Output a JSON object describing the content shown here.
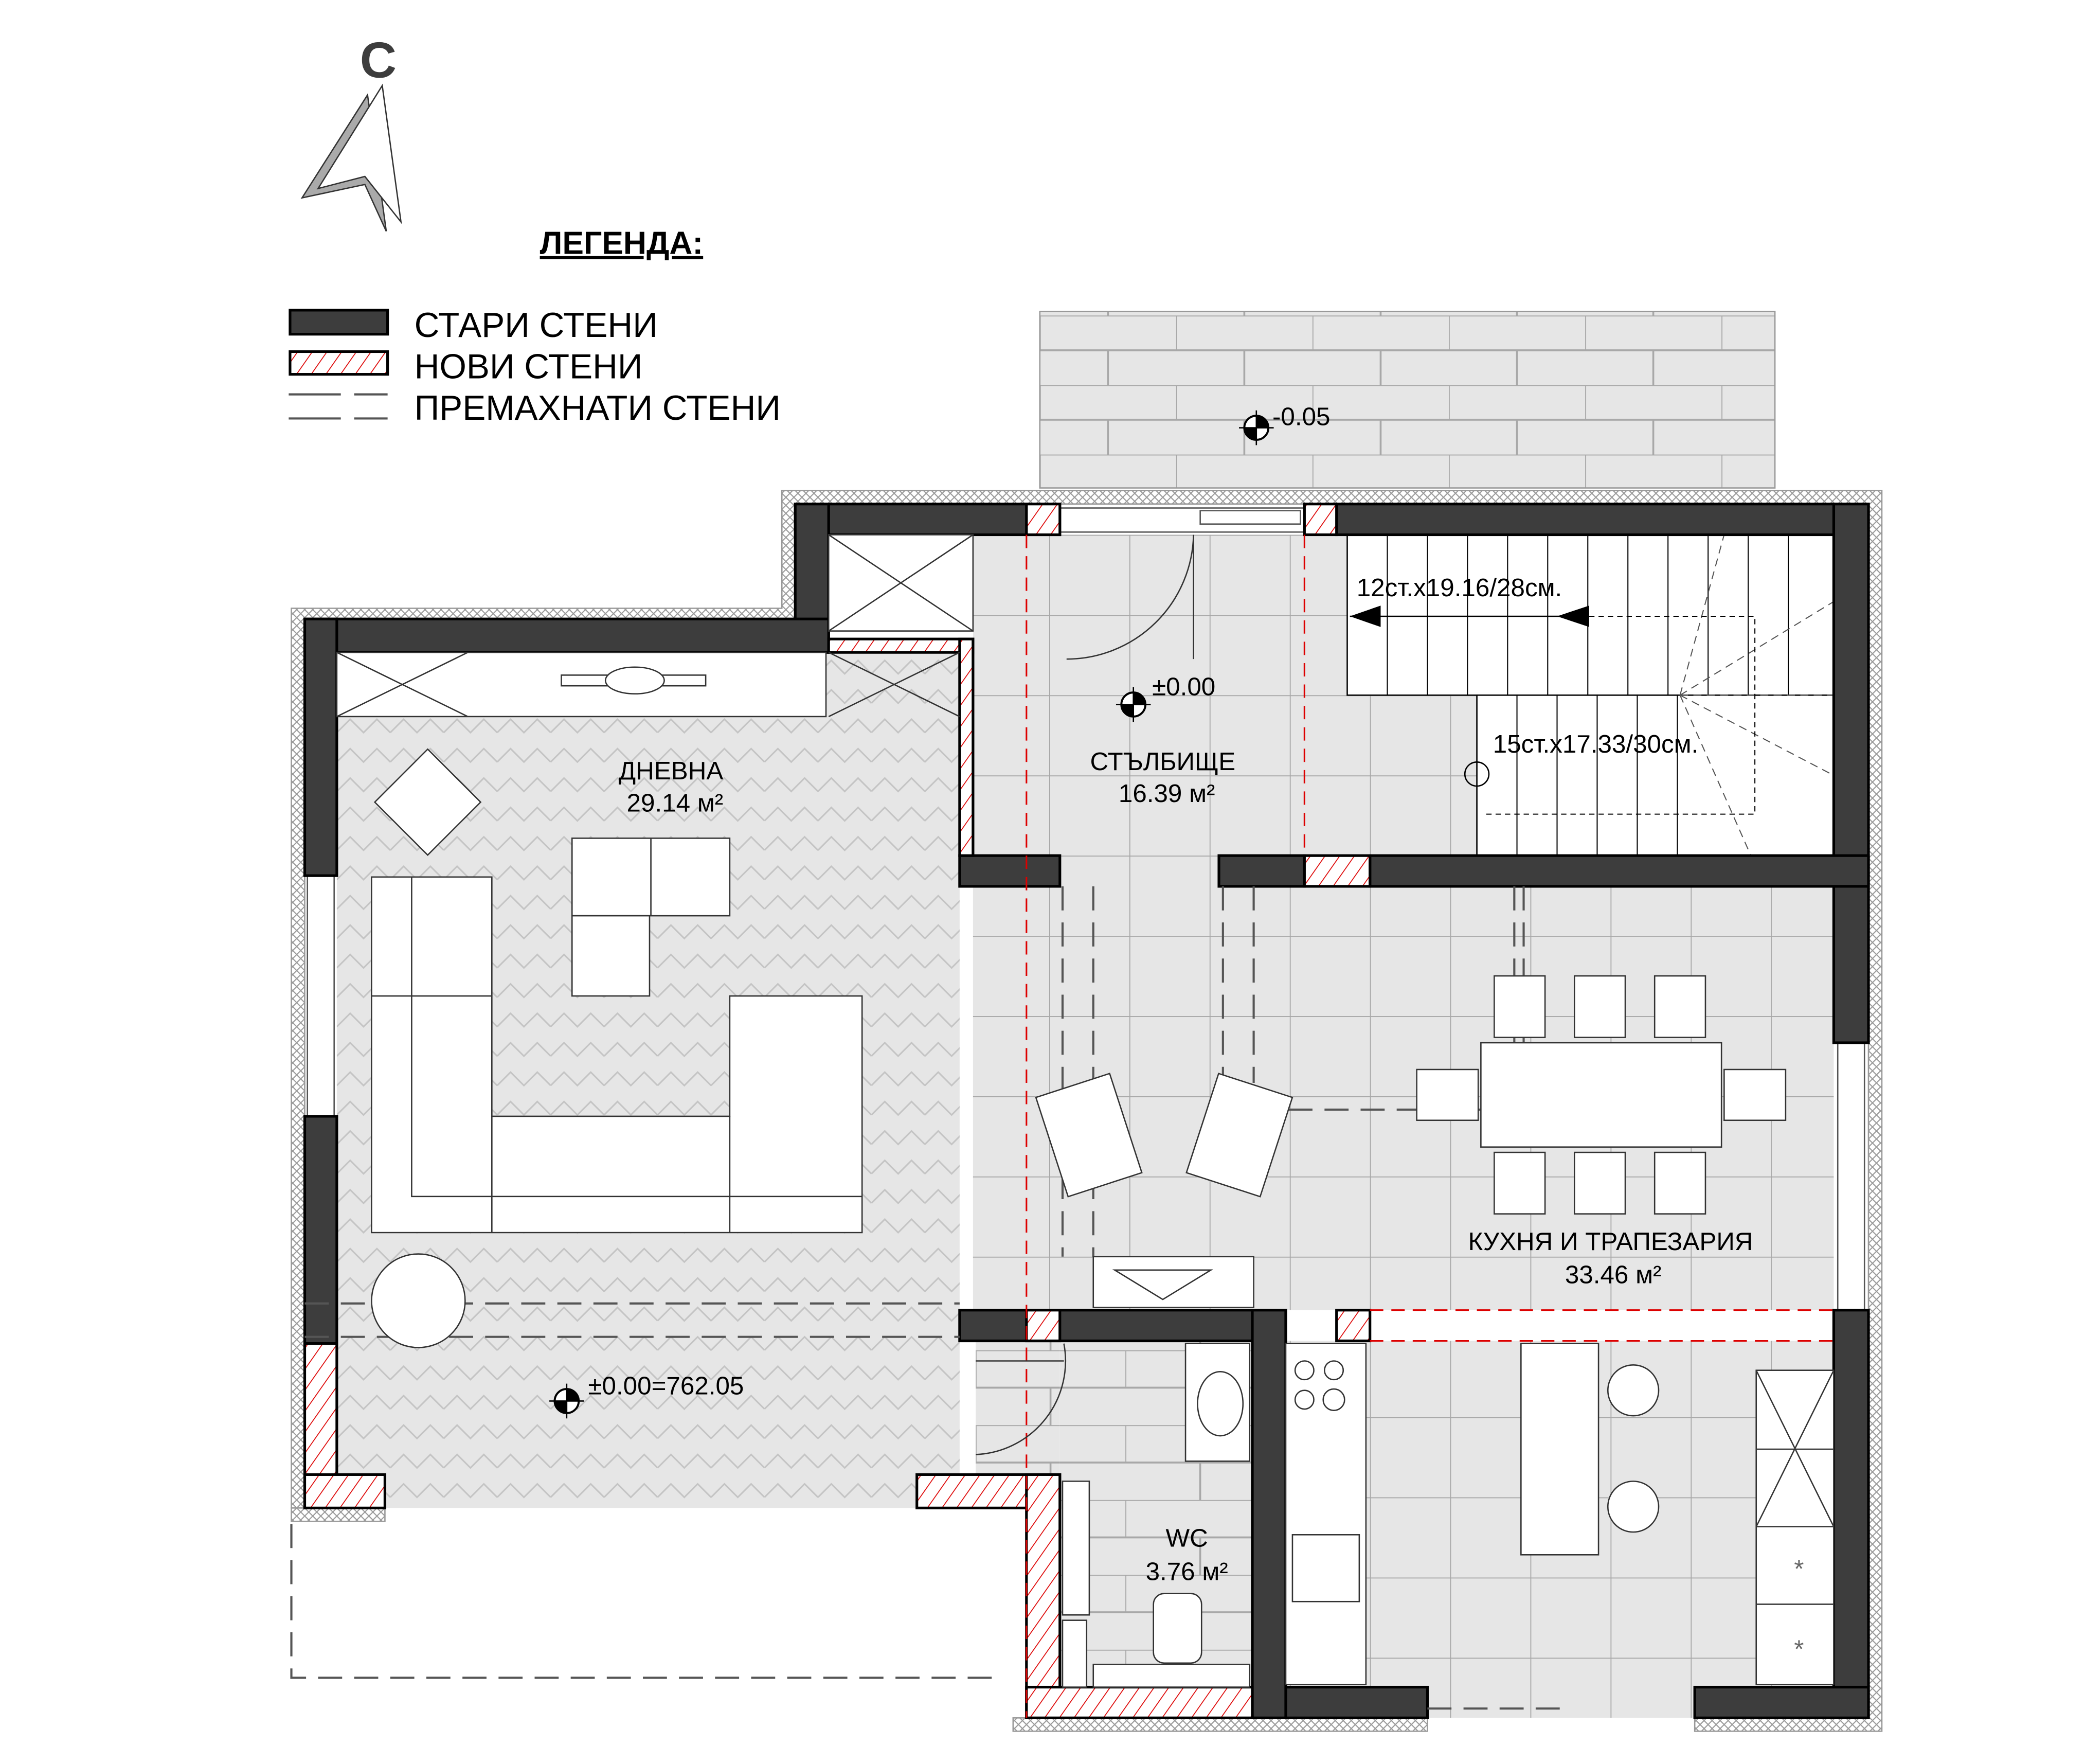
{
  "compass": {
    "letter": "С"
  },
  "legend": {
    "title": "ЛЕГЕНДА:",
    "items": [
      {
        "label": "СТАРИ СТЕНИ",
        "style": "solid-dark"
      },
      {
        "label": "НОВИ СТЕНИ",
        "style": "red-hatch"
      },
      {
        "label": "ПРЕМАХНАТИ СТЕНИ",
        "style": "dashed"
      }
    ]
  },
  "levels": {
    "terrace": "-0.05",
    "stair": "±0.00",
    "living": "±0.00=762.05"
  },
  "rooms": [
    {
      "name": "ДНЕВНА",
      "area": "29.14 м²"
    },
    {
      "name": "СТЪЛБИЩЕ",
      "area": "16.39 м²"
    },
    {
      "name": "КУХНЯ И ТРАПЕЗАРИЯ",
      "area": "33.46 м²"
    },
    {
      "name": "WC",
      "area": "3.76 м²"
    }
  ],
  "stairs": {
    "upper_flight": "12ст.х19.16/28см.",
    "lower_flight": "15ст.х17.33/30см."
  },
  "appliance_mark": "*",
  "colors": {
    "old_wall": "#3d3d3d",
    "new_wall_hatch": "#d00000",
    "floor": "#e6e6e6",
    "removed_wall": "#555555"
  }
}
